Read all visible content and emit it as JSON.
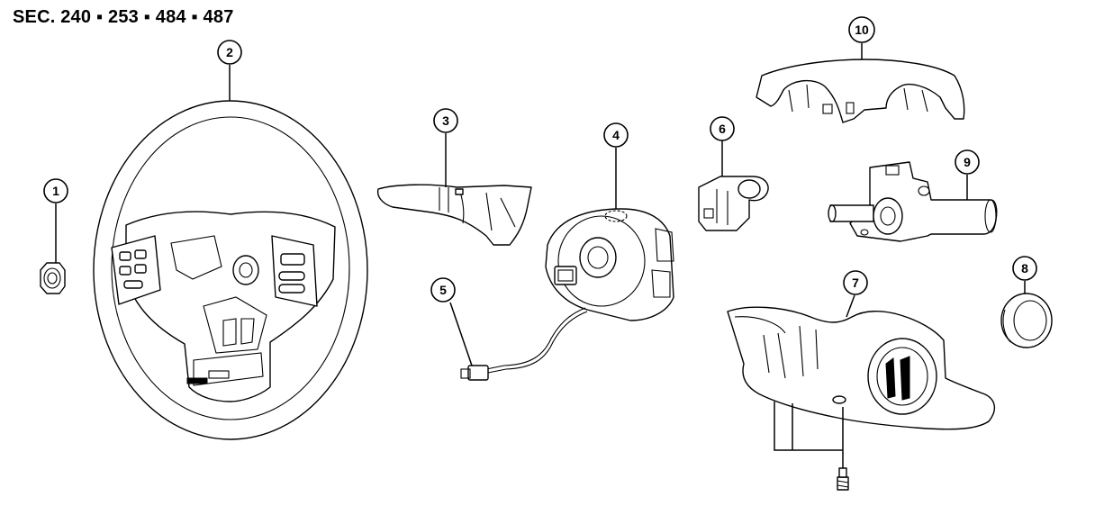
{
  "header": {
    "section_ref": "SEC. 240 ▪ 253 ▪ 484 ▪ 487"
  },
  "callouts": [
    {
      "id": 1,
      "label": "1"
    },
    {
      "id": 2,
      "label": "2"
    },
    {
      "id": 3,
      "label": "3"
    },
    {
      "id": 4,
      "label": "4"
    },
    {
      "id": 5,
      "label": "5"
    },
    {
      "id": 6,
      "label": "6"
    },
    {
      "id": 7,
      "label": "7"
    },
    {
      "id": 8,
      "label": "8"
    },
    {
      "id": 9,
      "label": "9"
    },
    {
      "id": 10,
      "label": "10"
    }
  ]
}
